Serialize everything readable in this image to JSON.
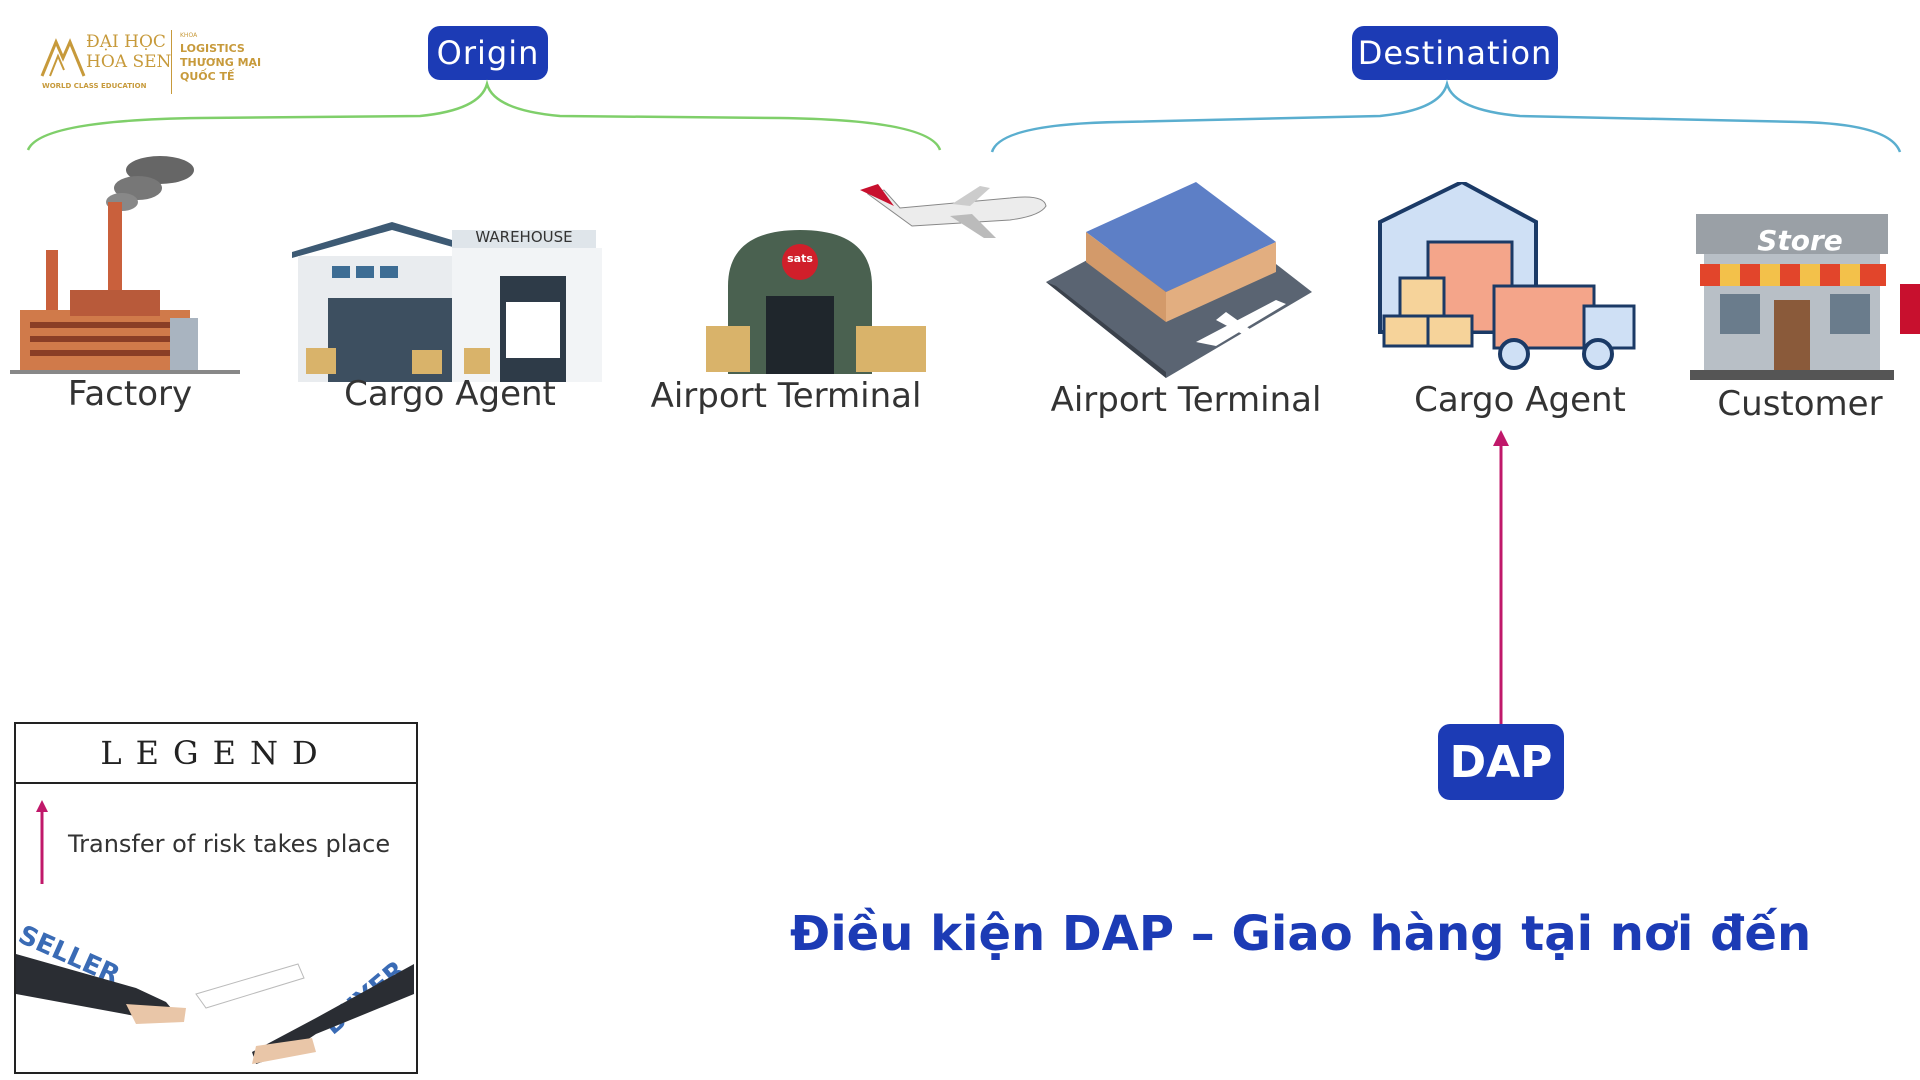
{
  "logo": {
    "line1": "ĐẠI HỌC",
    "line2": "HOA SEN",
    "tagline": "WORLD CLASS EDUCATION",
    "dept_small": "KHOA",
    "dept1": "LOGISTICS",
    "dept2": "THƯƠNG MẠI",
    "dept3": "QUỐC TẾ"
  },
  "groups": {
    "origin": "Origin",
    "destination": "Destination"
  },
  "nodes": [
    {
      "label": "Factory",
      "icon": "factory-icon"
    },
    {
      "label": "Cargo Agent",
      "icon": "warehouse-icon",
      "sign": "WAREHOUSE"
    },
    {
      "label": "Airport Terminal",
      "icon": "hangar-icon",
      "sign": "sats"
    },
    {
      "label": "Airport Terminal",
      "icon": "airport-icon"
    },
    {
      "label": "Cargo Agent",
      "icon": "cargo-truck-icon"
    },
    {
      "label": "Customer",
      "icon": "store-icon",
      "sign": "Store"
    }
  ],
  "term": "DAP",
  "legend": {
    "title": "LEGEND",
    "text": "Transfer of risk takes place",
    "seller": "SELLER",
    "buyer": "BUYER"
  },
  "caption": "Điều kiện DAP – Giao hàng tại nơi đến",
  "colors": {
    "pill": "#1c3bb5",
    "arrow": "#c0186a",
    "origin_brace": "#7fcf6a",
    "dest_brace": "#5aaecf",
    "caption": "#1c3bb5"
  }
}
